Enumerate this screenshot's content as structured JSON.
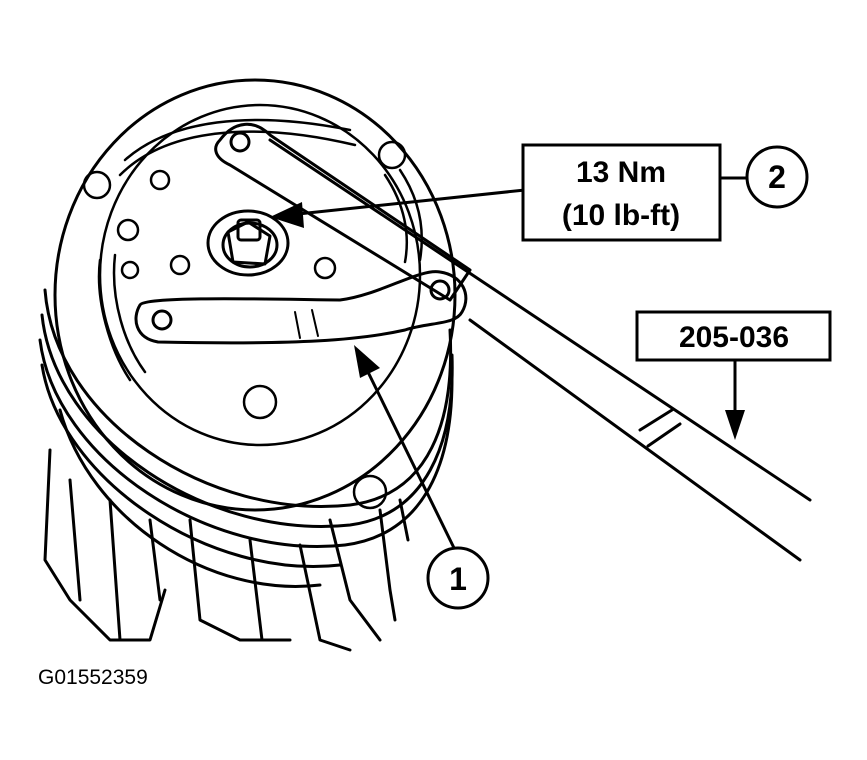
{
  "callouts": [
    {
      "number": "1"
    },
    {
      "number": "2"
    }
  ],
  "torque_label": {
    "line1": "13 Nm",
    "line2": "(10 lb-ft)"
  },
  "tool_label": "205-036",
  "figure_code": "G01552359",
  "colors": {
    "ink": "#000000",
    "paper": "#ffffff"
  }
}
